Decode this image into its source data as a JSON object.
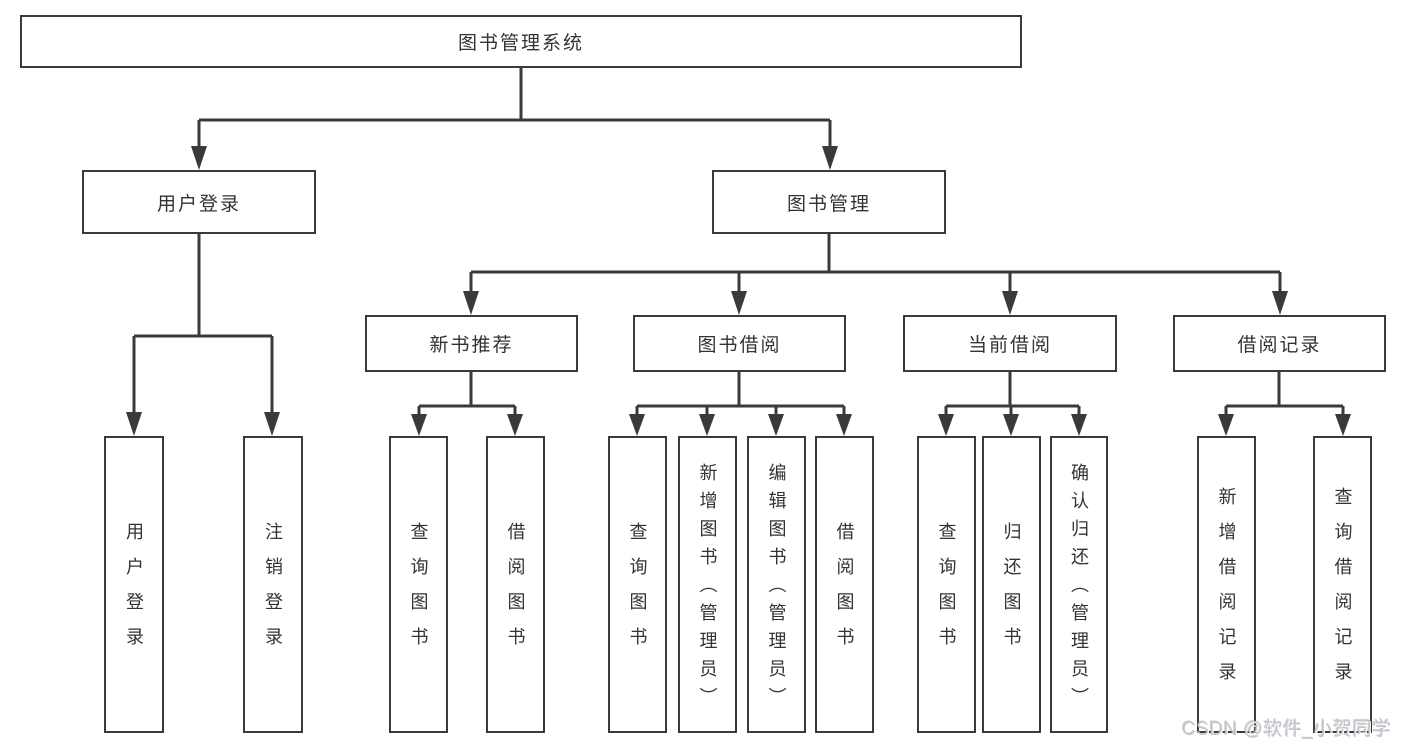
{
  "diagram_type": "hierarchy-tree",
  "nodes": {
    "system": "图书管理系统",
    "user_login": "用户登录",
    "book_management": "图书管理",
    "new_book_recommend": "新书推荐",
    "book_borrowing": "图书借阅",
    "current_borrowing": "当前借阅",
    "borrowing_records": "借阅记录",
    "leaf_user_login": "用户登录",
    "leaf_logout": "注销登录",
    "leaf_nb_query_books": "查询图书",
    "leaf_nb_borrow_books": "借阅图书",
    "leaf_bb_query_books": "查询图书",
    "leaf_bb_add_books_admin": "新增图书（管理员）",
    "leaf_bb_edit_books_admin": "编辑图书（管理员）",
    "leaf_bb_borrow_books": "借阅图书",
    "leaf_cb_query_books": "查询图书",
    "leaf_cb_return_books": "归还图书",
    "leaf_cb_confirm_return_admin": "确认归还（管理员）",
    "leaf_br_add_record": "新增借阅记录",
    "leaf_br_query_record": "查询借阅记录"
  },
  "hierarchy": {
    "图书管理系统": {
      "用户登录": [
        "用户登录",
        "注销登录"
      ],
      "图书管理": {
        "新书推荐": [
          "查询图书",
          "借阅图书"
        ],
        "图书借阅": [
          "查询图书",
          "新增图书（管理员）",
          "编辑图书（管理员）",
          "借阅图书"
        ],
        "当前借阅": [
          "查询图书",
          "归还图书",
          "确认归还（管理员）"
        ],
        "借阅记录": [
          "新增借阅记录",
          "查询借阅记录"
        ]
      }
    }
  },
  "watermark": "CSDN @软件_小贺同学",
  "colors": {
    "line": "#3a3a3a",
    "border": "#3a3a3a",
    "text": "#333333",
    "background": "#ffffff",
    "watermark": "#c2c6cb"
  }
}
